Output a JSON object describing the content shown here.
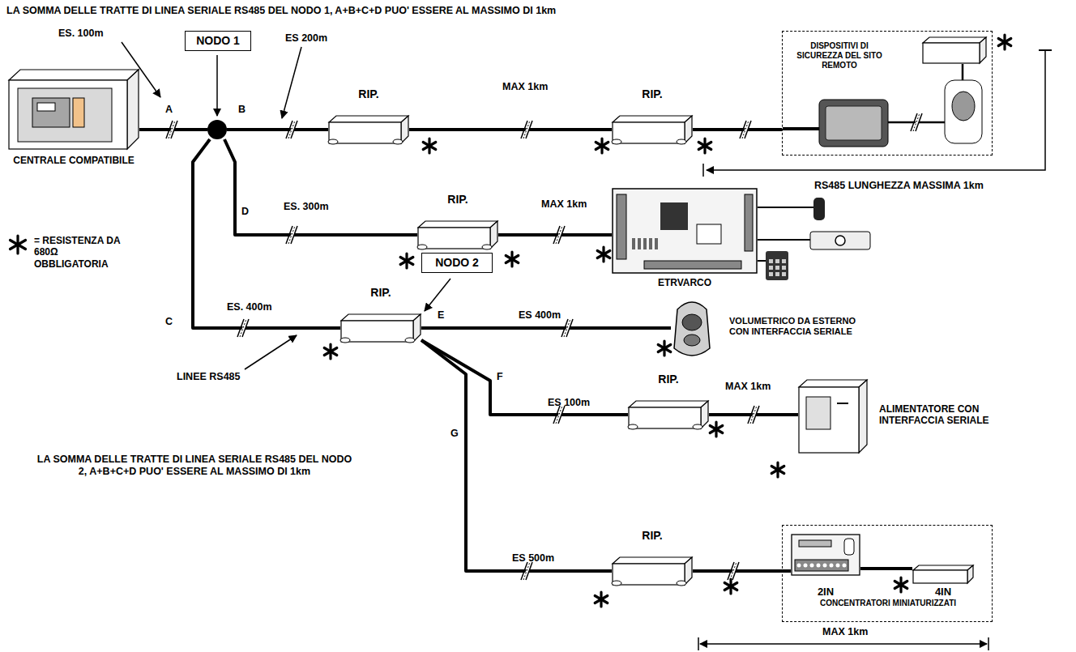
{
  "diagram": {
    "title": "LA SOMMA DELLE TRATTE DI LINEA SERIALE RS485 DEL NODO 1, A+B+C+D PUO' ESSERE AL MASSIMO DI 1km",
    "nodes": [
      {
        "text": [
          "CENTRALE COMPATIBILE"
        ]
      },
      {
        "text": [
          "NODO 1"
        ]
      },
      {
        "text": [
          "RIP."
        ]
      },
      {
        "text": [
          "RIP."
        ]
      },
      {
        "text": [
          "DISPOSITIVI DI SICUREZZA DEL SITO REMOTO"
        ]
      },
      {
        "text": [
          "RIP."
        ]
      },
      {
        "text": [
          "ETRVARCO"
        ]
      },
      {
        "text": [
          "RIP.",
          "NODO 2"
        ]
      },
      {
        "text": [
          "VOLUMETRICO DA ESTERNO CON INTERFACCIA SERIALE"
        ]
      },
      {
        "text": [
          "RIP."
        ]
      },
      {
        "text": [
          "ALIMENTATORE CON INTERFACCIA SERIALE"
        ]
      },
      {
        "text": [
          "RIP."
        ]
      },
      {
        "text": [
          "CONCENTRATORI MINIATURIZZATI"
        ]
      },
      {
        "text": [
          "2IN"
        ],
        "in": 12
      },
      {
        "text": [
          "4IN"
        ],
        "in": 12
      }
    ],
    "edges": [
      {
        "from": 0,
        "to": 1,
        "arrow": "none"
      },
      {
        "from": 1,
        "to": 2,
        "arrow": "none"
      },
      {
        "from": 2,
        "to": 3,
        "arrow": "none"
      },
      {
        "from": 3,
        "to": 4,
        "arrow": "none"
      },
      {
        "from": 1,
        "to": 5,
        "arrow": "none"
      },
      {
        "from": 5,
        "to": 6,
        "arrow": "none"
      },
      {
        "from": 1,
        "to": 7,
        "arrow": "none"
      },
      {
        "from": 7,
        "to": 8,
        "arrow": "none"
      },
      {
        "from": 7,
        "to": 9,
        "arrow": "none"
      },
      {
        "from": 9,
        "to": 10,
        "arrow": "none"
      },
      {
        "from": 7,
        "to": 11,
        "arrow": "none"
      },
      {
        "from": 11,
        "to": 13,
        "arrow": "none"
      },
      {
        "from": 13,
        "to": 14,
        "arrow": "none"
      }
    ],
    "labels": [
      "ES. 100m",
      "A",
      "B",
      "ES 200m",
      "MAX 1km",
      "RS485 LUNGHEZZA MASSIMA 1km",
      "ES. 300m",
      "MAX 1km",
      "D",
      "C",
      "ES. 400m",
      "LINEE RS485",
      "E",
      "ES 400m",
      "F",
      "ES 100m",
      "MAX 1km",
      "G",
      "LA SOMMA DELLE TRATTE DI LINEA SERIALE RS485 DEL NODO 2, A+B+C+D PUO' ESSERE AL MASSIMO DI 1km",
      "ES 500m",
      "MAX 1km"
    ],
    "legend": [
      {
        "text": "= RESISTENZA DA 680Ω OBBLIGATORIA"
      }
    ]
  }
}
